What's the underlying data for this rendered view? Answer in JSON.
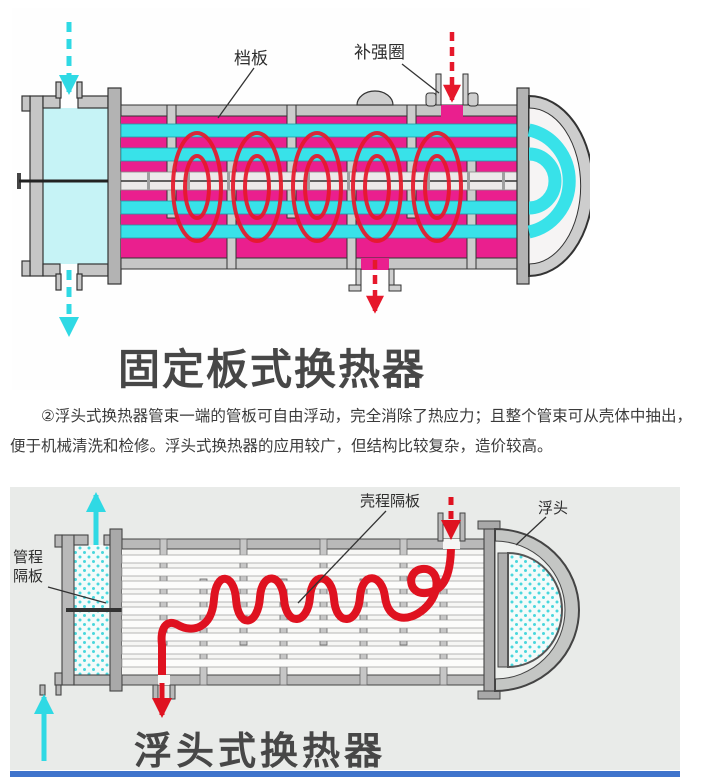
{
  "article": {
    "paragraph": "②浮头式换热器管束一端的管板可自由浮动，完全消除了热应力；且整个管束可从壳体中抽出，便于机械清洗和检修。浮头式换热器的应用较广，但结构比较复杂，造价较高。"
  },
  "diagram_fixed": {
    "caption": "固定板式换热器",
    "labels": {
      "baffle": "档板",
      "reinforcement_ring": "补强圈"
    },
    "colors": {
      "shell_interior": "#ea1f8e",
      "tubes": "#38e2e9",
      "hot_flow": "#e6182b",
      "cold_flow": "#2fd9e4",
      "metal": "#c6c6c6"
    }
  },
  "diagram_floating": {
    "caption": "浮头式换热器",
    "labels": {
      "tube_pass_partition": "管程隔板",
      "shell_pass_baffle": "壳程隔板",
      "floating_head": "浮头"
    },
    "colors": {
      "background": "#e9ebe9",
      "hot_flow": "#df1220",
      "cold_flow": "#2fd9e4",
      "metal": "#b9b9b9"
    }
  }
}
